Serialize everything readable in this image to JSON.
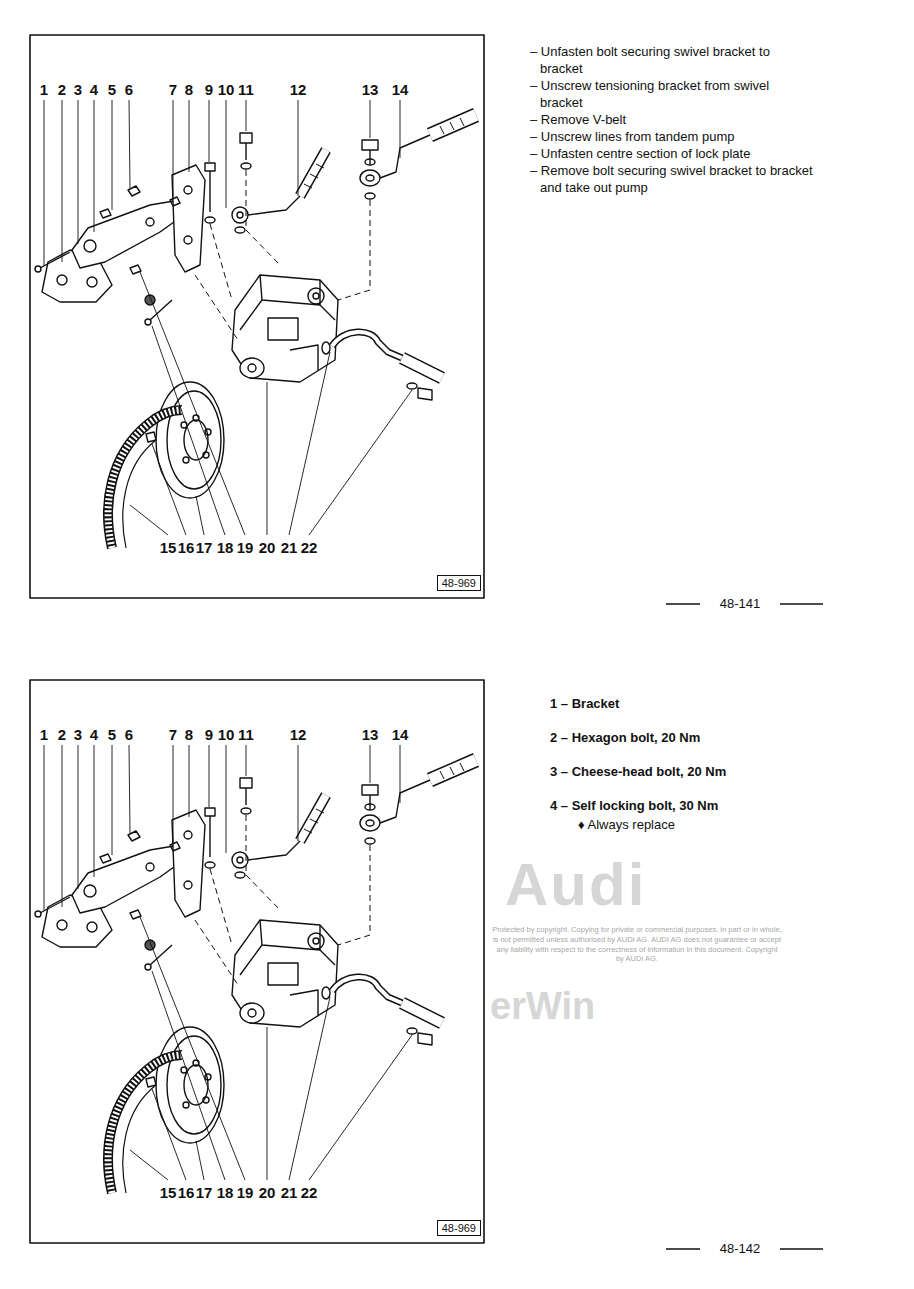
{
  "diagram": {
    "nodes": [
      {
        "text": [
          "48-969"
        ]
      },
      {
        "text": [
          "48-969"
        ]
      }
    ],
    "labels": [
      "1",
      "2",
      "3",
      "4",
      "5",
      "6",
      "7",
      "8",
      "9",
      "10",
      "11",
      "12",
      "13",
      "14",
      "15",
      "16",
      "17",
      "18",
      "19",
      "20",
      "21",
      "22",
      "– Unfasten bolt securing swivel bracket to bracket",
      "– Unscrew tensioning bracket from swivel bracket",
      "– Remove V-belt",
      "– Unscrew lines from tandem pump",
      "– Unfasten centre section of lock plate",
      "– Remove bolt securing swivel bracket to bracket and take out pump",
      "48-141",
      "1",
      "2",
      "3",
      "4",
      "5",
      "6",
      "7",
      "8",
      "9",
      "10",
      "11",
      "12",
      "13",
      "14",
      "15",
      "16",
      "17",
      "18",
      "19",
      "20",
      "21",
      "22",
      "1 – Bracket",
      "2 – Hexagon bolt, 20 Nm",
      "3 – Cheese-head bolt, 20 Nm",
      "4 – Self locking bolt, 30 Nm",
      "♦ Always replace",
      "Audi",
      "Protected by copyright. Copying for private or commercial purposes, in part or in whole, is not permitted unless authorised by AUDI AG. AUDI AG does not guarantee or accept any liability with respect to the correctness of information in this document. Copyright by AUDI AG.",
      "erWin",
      "48-142"
    ]
  }
}
